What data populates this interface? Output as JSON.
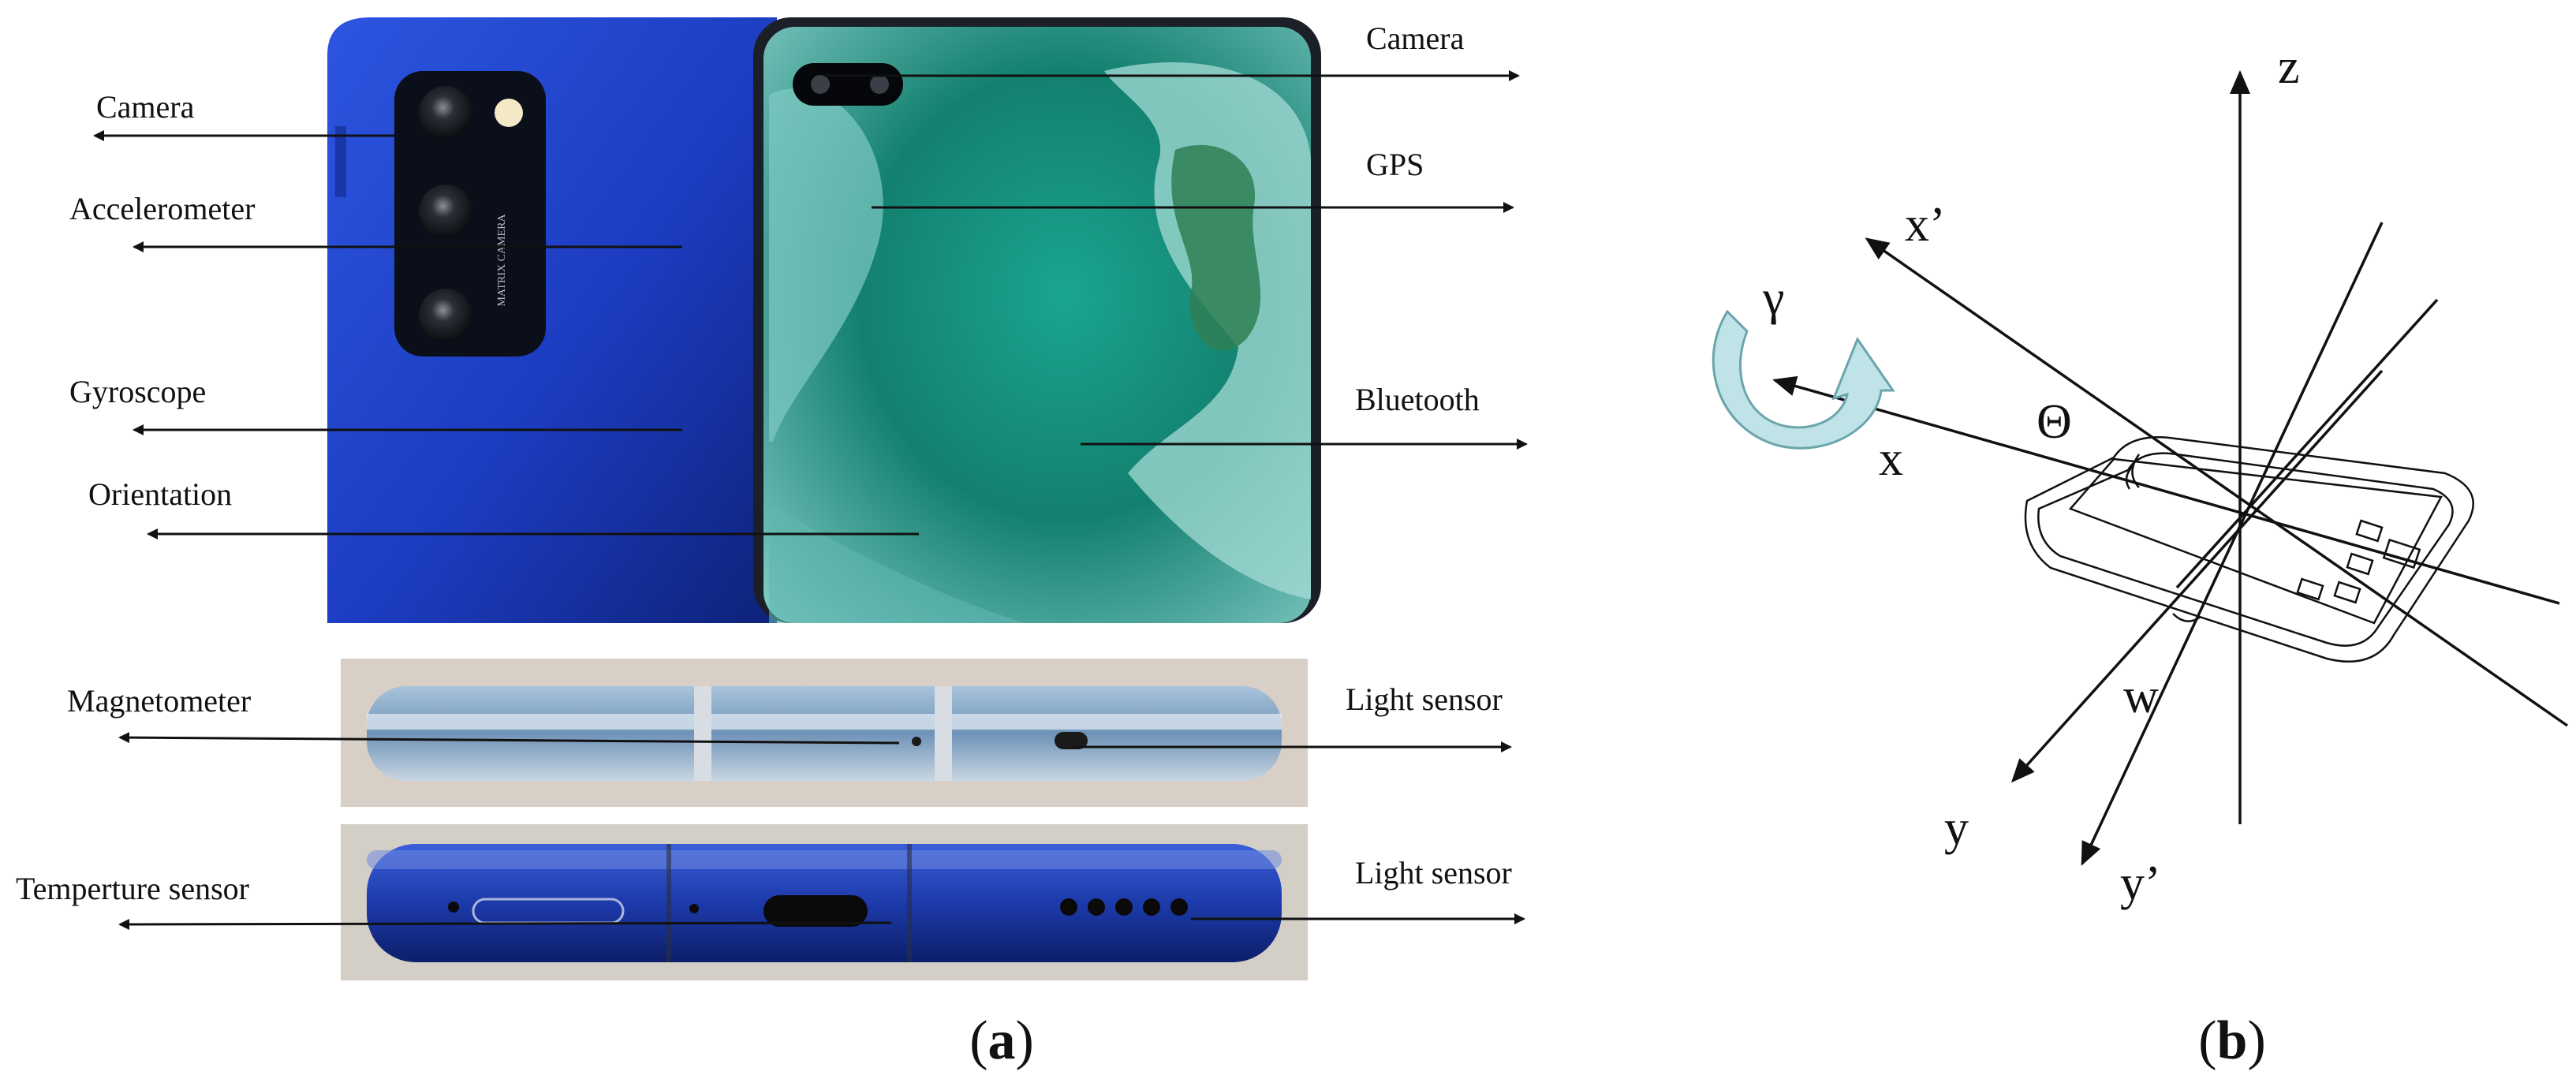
{
  "panel_a": {
    "caption_letter": "a",
    "left_labels": [
      {
        "id": "camera",
        "text": "Camera"
      },
      {
        "id": "accelerometer",
        "text": "Accelerometer"
      },
      {
        "id": "gyroscope",
        "text": "Gyroscope"
      },
      {
        "id": "orientation",
        "text": "Orientation"
      },
      {
        "id": "magnetometer",
        "text": "Magnetometer"
      },
      {
        "id": "temperature-sensor",
        "text": "Temperture sensor"
      }
    ],
    "right_labels": [
      {
        "id": "camera",
        "text": "Camera"
      },
      {
        "id": "gps",
        "text": "GPS"
      },
      {
        "id": "bluetooth",
        "text": "Bluetooth"
      },
      {
        "id": "light-sensor-top",
        "text": "Light sensor"
      },
      {
        "id": "light-sensor-bottom",
        "text": "Light sensor"
      }
    ],
    "phone_back_print": "MATRIX CAMERA",
    "colors": {
      "phone_blue": "#1f3fbf",
      "phone_blue_dark": "#0f2580",
      "screen_teal": "#1a8f8a",
      "screen_light": "#8fd3cf"
    }
  },
  "panel_b": {
    "caption_letter": "b",
    "axes": {
      "z": "z",
      "x_prime": "x’",
      "x": "x",
      "y": "y",
      "y_prime": "y’"
    },
    "angles": {
      "gamma": "γ",
      "theta": "Θ",
      "w": "w"
    },
    "colors": {
      "rotation_arrow": "#bfe3e6",
      "rotation_arrow_stroke": "#6aa5ab"
    }
  }
}
